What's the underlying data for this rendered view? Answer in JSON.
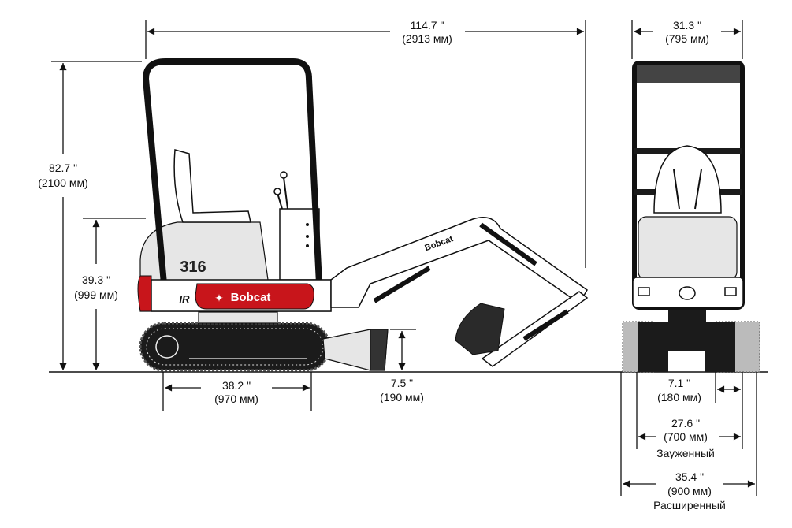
{
  "machine": {
    "model": "316",
    "brand": "Bobcat",
    "maker_badge": "IR"
  },
  "dimensions": {
    "overall_length": {
      "in": "114.7 \"",
      "mm": "(2913 мм)"
    },
    "overall_height": {
      "in": "82.7 \"",
      "mm": "(2100 мм)"
    },
    "body_height": {
      "in": "39.3 \"",
      "mm": "(999 мм)"
    },
    "track_length": {
      "in": "38.2 \"",
      "mm": "(970 мм)"
    },
    "blade_height": {
      "in": "7.5 \"",
      "mm": "(190 мм)"
    },
    "canopy_width": {
      "in": "31.3 \"",
      "mm": "(795 мм)"
    },
    "track_width": {
      "in": "7.1 \"",
      "mm": "(180 мм)"
    },
    "width_retracted": {
      "in": "27.6 \"",
      "mm": "(700 мм)",
      "label": "Зауженный"
    },
    "width_extended": {
      "in": "35.4 \"",
      "mm": "(900 мм)",
      "label": "Расширенный"
    }
  },
  "colors": {
    "accent": "#c8151b"
  }
}
